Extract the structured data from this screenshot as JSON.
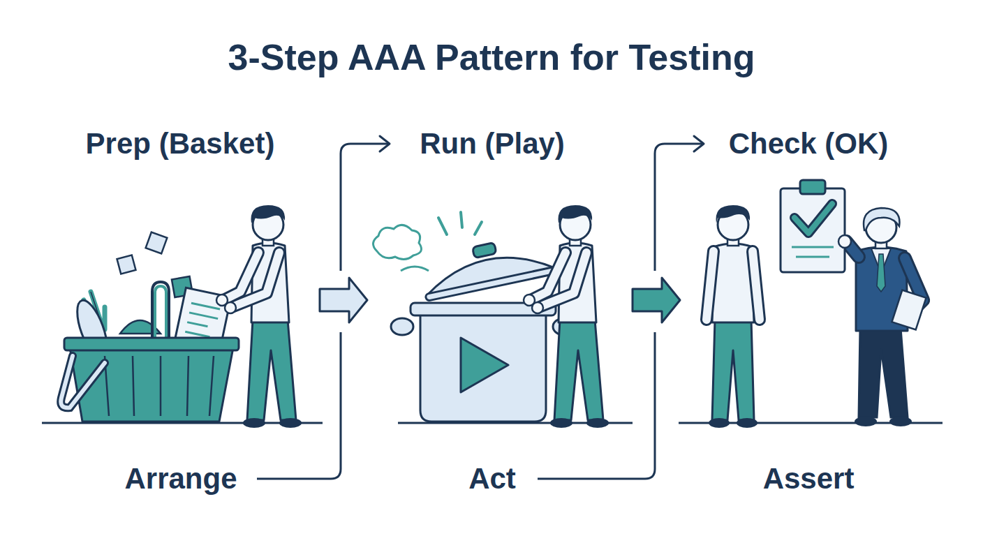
{
  "diagram": {
    "title": "3-Step AAA Pattern for Testing",
    "nodes": [
      {
        "text": [
          "Prep (Basket)"
        ]
      },
      {
        "text": [
          "Arrange"
        ]
      },
      {
        "text": [
          "Run (Play)"
        ]
      },
      {
        "text": [
          "Act"
        ]
      },
      {
        "text": [
          "Check (OK)"
        ]
      },
      {
        "text": [
          "Assert"
        ]
      }
    ],
    "edges": [
      {
        "from": 1,
        "to": 2,
        "arrow": "to"
      },
      {
        "from": 3,
        "to": 4,
        "arrow": "to"
      }
    ]
  }
}
